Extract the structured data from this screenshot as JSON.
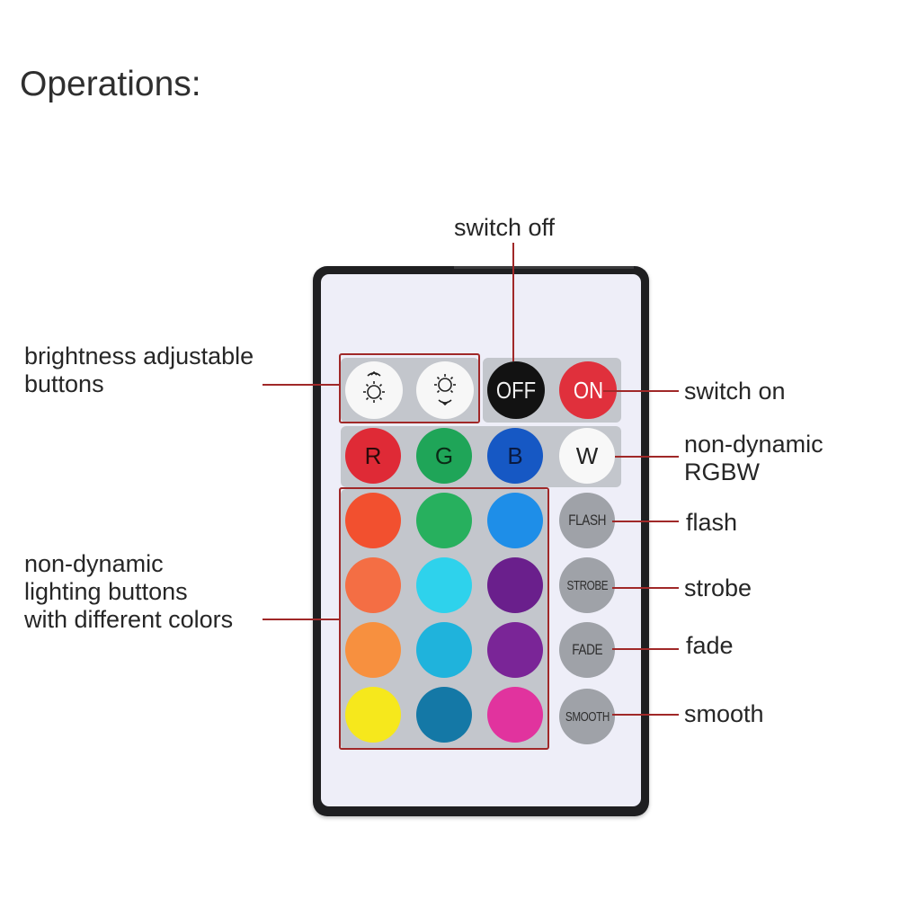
{
  "heading": "Operations:",
  "annotations": {
    "switch_off": "switch off",
    "switch_on": "switch on",
    "brightness_line1": "brightness adjustable",
    "brightness_line2": "buttons",
    "rgbw_line1": "non-dynamic",
    "rgbw_line2": "RGBW",
    "flash": "flash",
    "strobe": "strobe",
    "fade": "fade",
    "smooth": "smooth",
    "lighting_line1": "non-dynamic",
    "lighting_line2": "lighting buttons",
    "lighting_line3": "with different colors"
  },
  "remote": {
    "buttons": {
      "off": "OFF",
      "on": "ON",
      "r": "R",
      "g": "G",
      "b": "B",
      "w": "W",
      "flash": "FLASH",
      "strobe": "STROBE",
      "fade": "FADE",
      "smooth": "SMOOTH"
    },
    "icons": {
      "brightness_up": "brightness-up-icon",
      "brightness_down": "brightness-down-icon"
    },
    "colors": {
      "off": "#121212",
      "on": "#e0303c",
      "r": "#df2a36",
      "g": "#1fa558",
      "b": "#1658c4",
      "w": "#f8f8f8",
      "mode_buttons": "#9fa2a8",
      "accent_red": "#a02828",
      "color_grid": [
        "#f2502f",
        "#27b05e",
        "#1e8ee8",
        "#f46e44",
        "#2ed2ec",
        "#6a1f8c",
        "#f7903f",
        "#1fb3dc",
        "#7a2597",
        "#f6e81c",
        "#1478a6",
        "#e1339e"
      ]
    }
  }
}
